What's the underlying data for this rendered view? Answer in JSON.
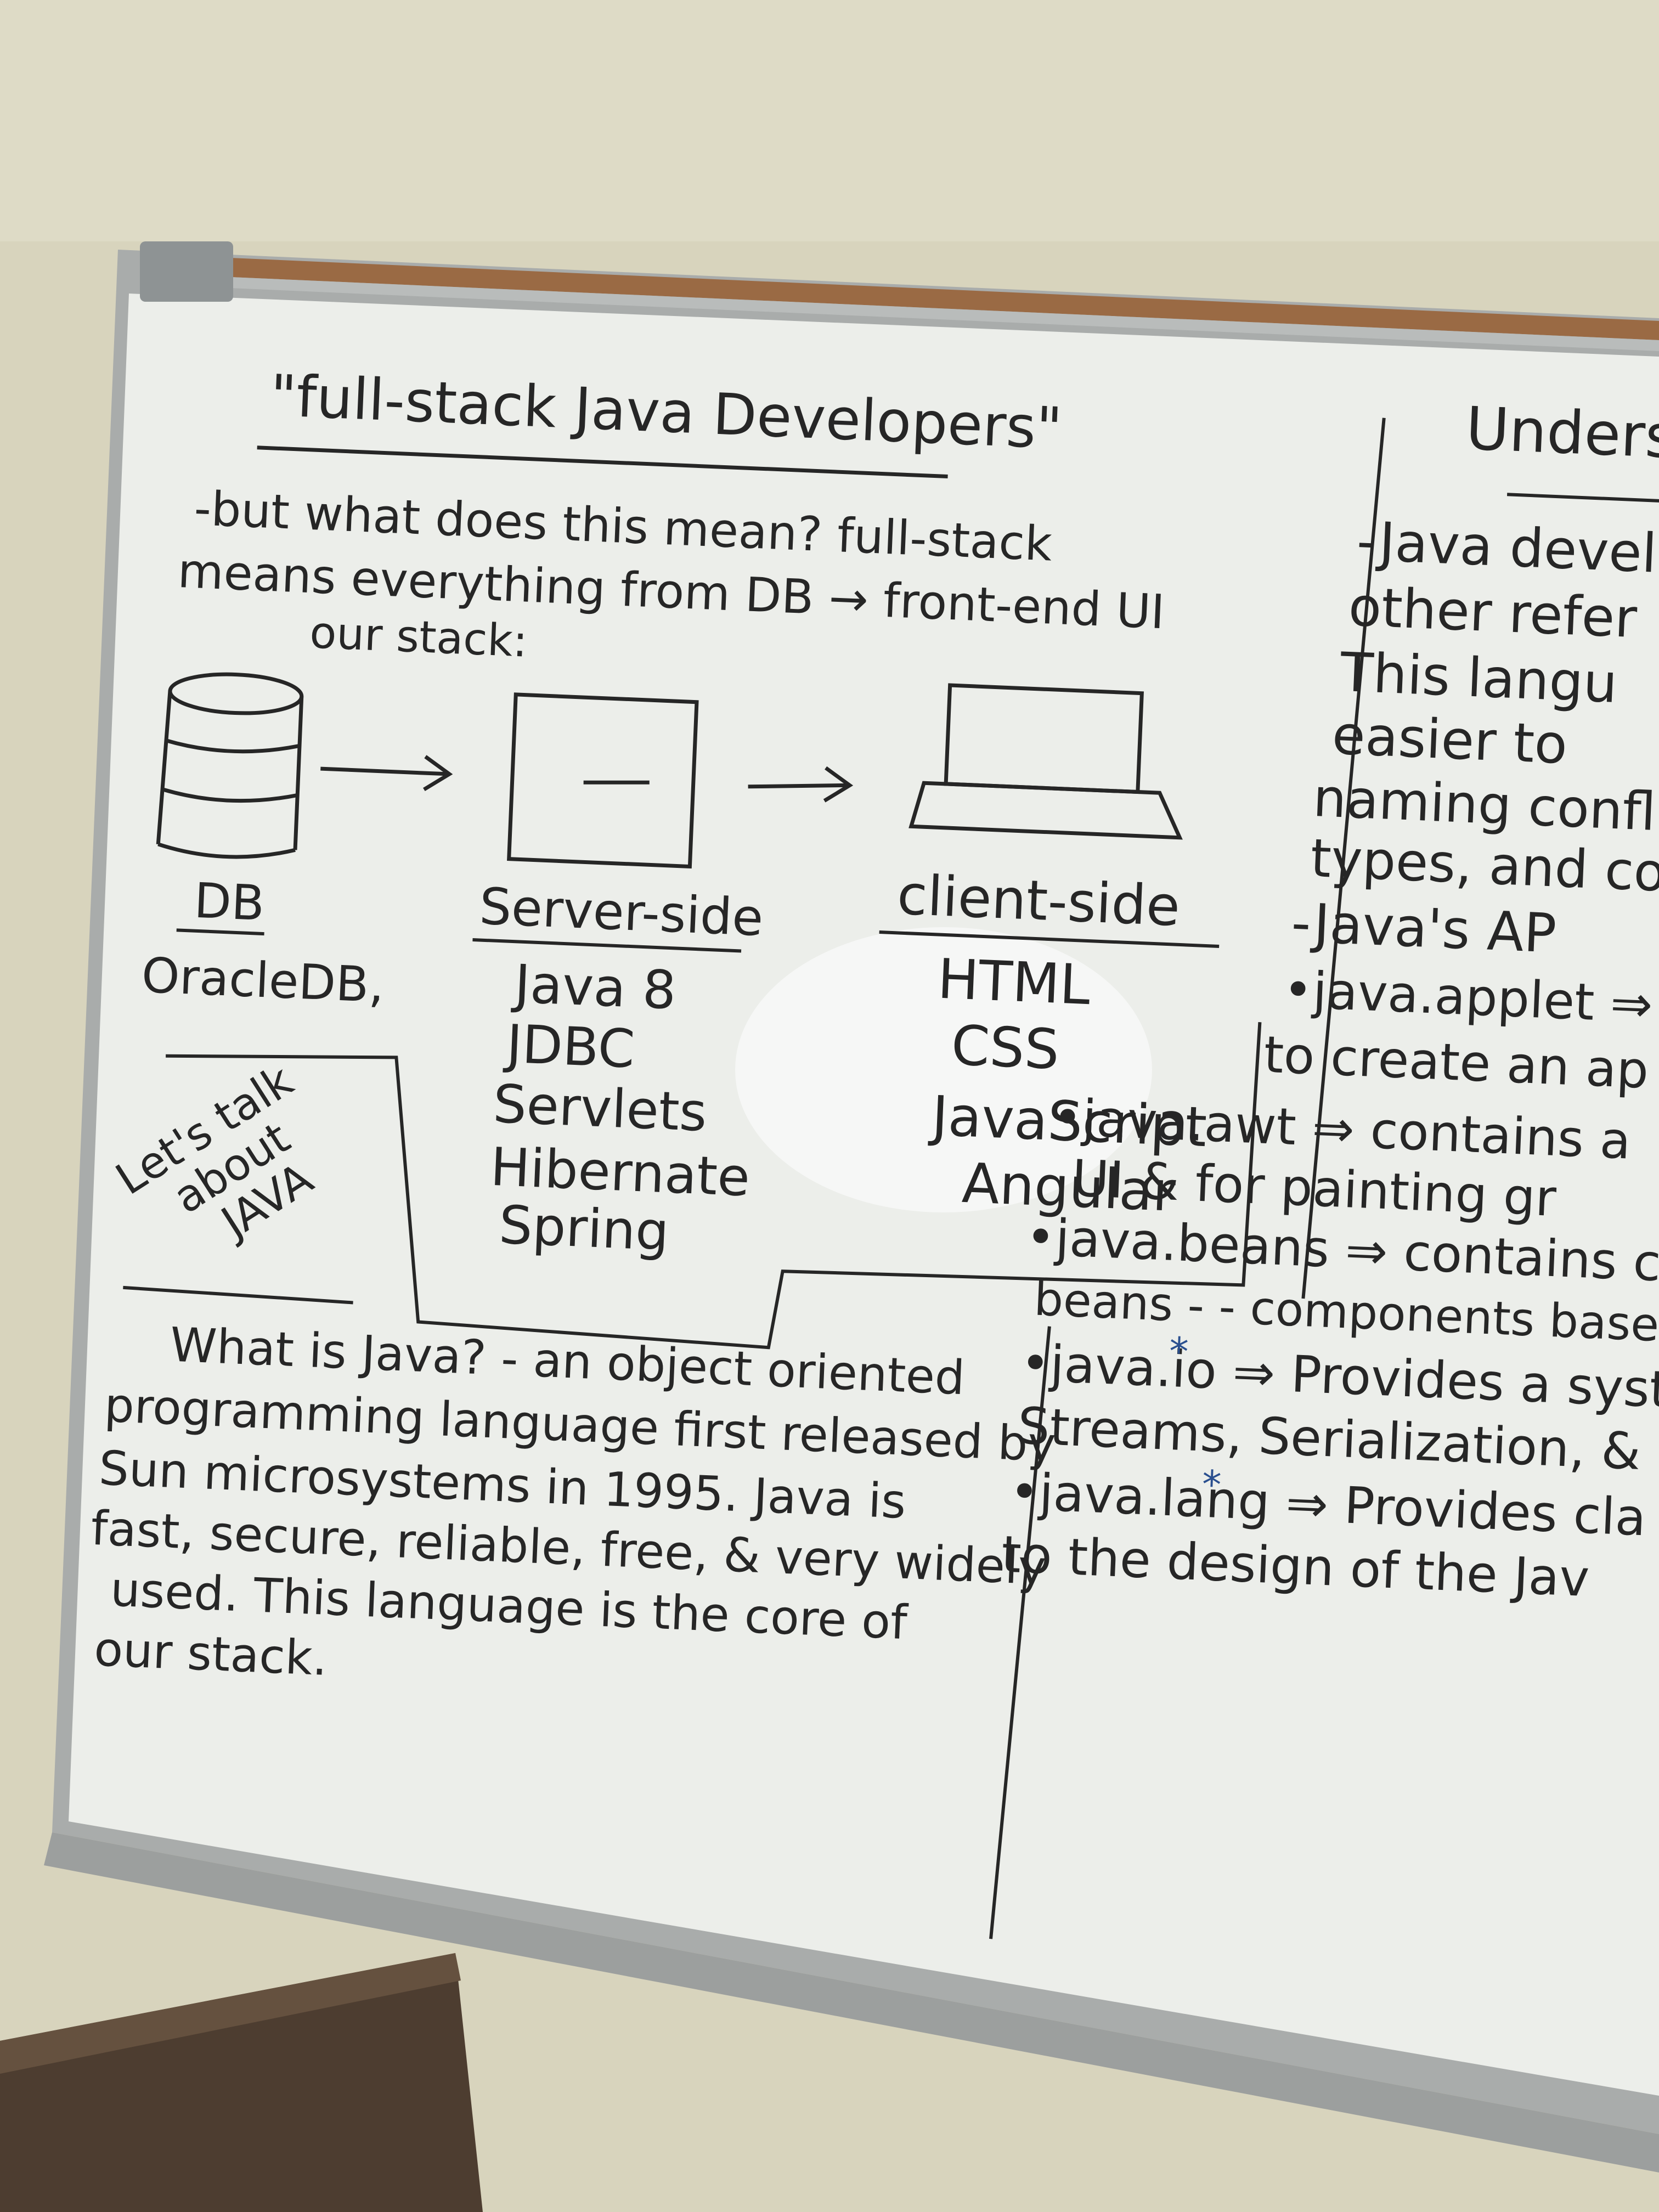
{
  "colors": {
    "wall": "#d8d4bd",
    "board": "#eceeea",
    "frame": "#a9acab",
    "cork": "#9a6a44",
    "ink_black": "#262626",
    "ink_blue": "#2a4f8f",
    "desk": "#4d3d30"
  },
  "left_panel": {
    "title": "\"full-stack Java Developers\"",
    "intro_1": "-but what does this mean? full-stack",
    "intro_2": "means everything from DB → front-end UI",
    "intro_3": "our stack:",
    "db": {
      "heading": "DB",
      "item": "OracleDB,"
    },
    "server": {
      "heading": "Server-side",
      "items": [
        "Java 8",
        "JDBC",
        "Servlets",
        "Hibernate",
        "Spring"
      ]
    },
    "client": {
      "heading": "client-side",
      "items": [
        "HTML",
        "CSS",
        "JavaScript",
        "Angular"
      ]
    },
    "talk_1": "Let's talk",
    "talk_2": "about",
    "talk_3": "JAVA",
    "java_lines": [
      "What is Java? - an object oriented",
      "programming language first released by",
      "Sun microsystems in 1995. Java is",
      "fast, secure, reliable, free, & very widely",
      "used. This language is the core of",
      "our stack."
    ]
  },
  "right_panel": {
    "title": "Underst",
    "lines": [
      "-Java develo",
      "other refer",
      "This langu",
      "easier to",
      "naming confli",
      "types, and co",
      "-Java's AP",
      "•java.applet ⇒",
      "to create an ap"
    ],
    "packages": [
      "•java.awt ⇒ contains a",
      "UI & for painting gr",
      "•java.beans ⇒ contains c",
      "beans - - components based",
      "•java.io ⇒ Provides a syste",
      "Streams, Serialization, &",
      "•java.lang ⇒ Provides cla",
      "to the design of the Jav"
    ]
  }
}
